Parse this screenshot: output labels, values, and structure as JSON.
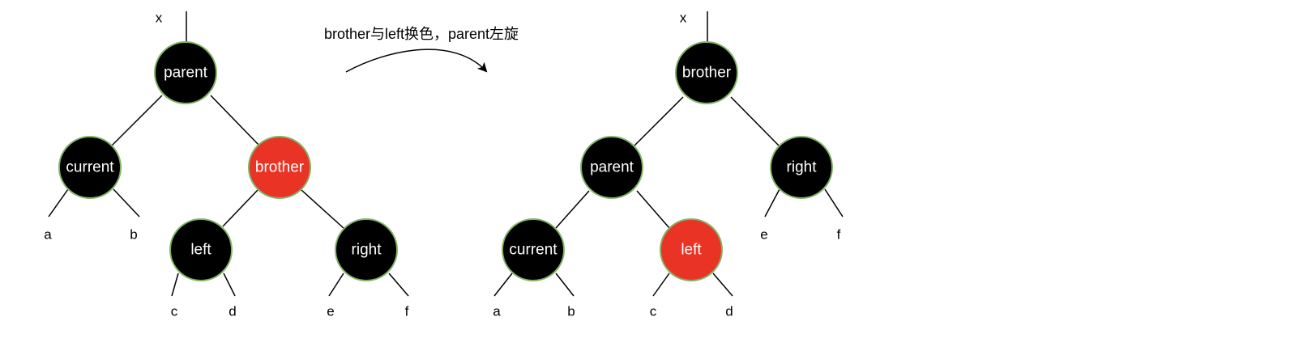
{
  "colors": {
    "black_node": "#000000",
    "red_node": "#e93425",
    "node_border": "#82b366",
    "edge": "#000000"
  },
  "transform_label": "brother与left换色，parent左旋",
  "before": {
    "root_label": "x",
    "nodes": {
      "parent": {
        "label": "parent",
        "color": "black"
      },
      "current": {
        "label": "current",
        "color": "black"
      },
      "brother": {
        "label": "brother",
        "color": "red"
      },
      "left": {
        "label": "left",
        "color": "black"
      },
      "right": {
        "label": "right",
        "color": "black"
      }
    },
    "leaves": {
      "a": "a",
      "b": "b",
      "c": "c",
      "d": "d",
      "e": "e",
      "f": "f"
    }
  },
  "after": {
    "root_label": "x",
    "nodes": {
      "brother": {
        "label": "brother",
        "color": "black"
      },
      "parent": {
        "label": "parent",
        "color": "black"
      },
      "right": {
        "label": "right",
        "color": "black"
      },
      "current": {
        "label": "current",
        "color": "black"
      },
      "left": {
        "label": "left",
        "color": "red"
      }
    },
    "leaves": {
      "a": "a",
      "b": "b",
      "c": "c",
      "d": "d",
      "e": "e",
      "f": "f"
    }
  }
}
